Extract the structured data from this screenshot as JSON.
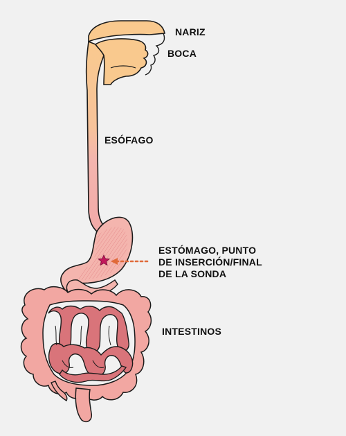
{
  "labels": {
    "nose": "NARIZ",
    "mouth": "BOCA",
    "esophagus": "ESÓFAGO",
    "stomach_line1": "ESTÓMAGO, PUNTO",
    "stomach_line2": "DE INSERCIÓN/FINAL",
    "stomach_line3": "DE LA SONDA",
    "intestines": "INTESTINOS"
  },
  "colors": {
    "background": "#f1f1f1",
    "upper_tract": "#f9c98e",
    "lower_tract": "#f4b5ae",
    "intestine_fill": "#f2a7a2",
    "small_intestine": "#d9747a",
    "outline": "#1a1a1a",
    "marker_star": "#c2185b",
    "arrow": "#e06a3a"
  },
  "icons": {
    "marker": "star-icon",
    "pointer": "dotted-arrow-icon"
  }
}
